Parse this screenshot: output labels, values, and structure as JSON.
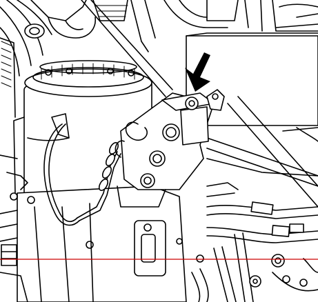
{
  "diagram": {
    "label_text": "",
    "colors": {
      "line": "#000000",
      "background": "#ffffff",
      "reference_line": "#cc0000"
    },
    "parts": [
      "fuel-filter-housing",
      "sensor-bracket",
      "wiring-harness",
      "fuel-lines",
      "engine-block",
      "callout-arrow",
      "reference-line"
    ]
  }
}
